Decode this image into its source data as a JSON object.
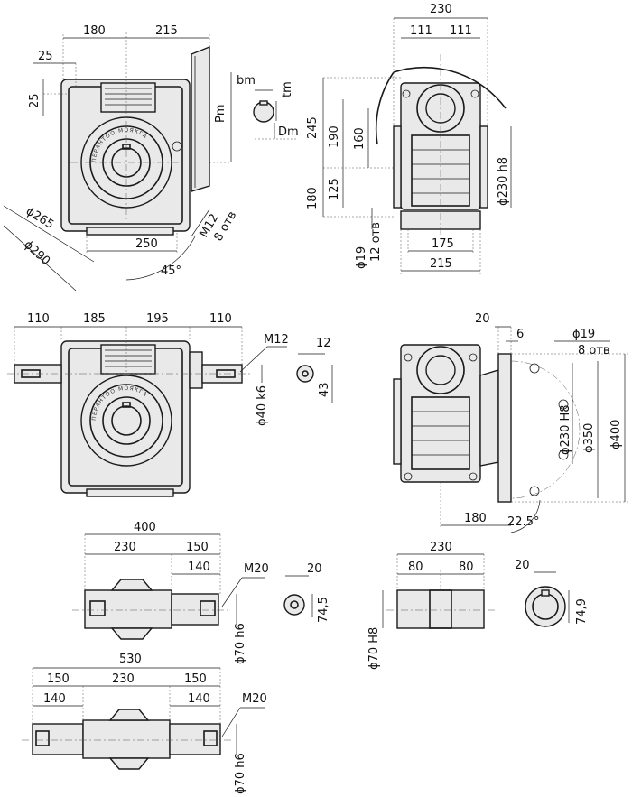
{
  "brand_text": "ПЕРАНТОО МОЯКГА",
  "view_front_top": {
    "dims": {
      "width_left": "180",
      "width_right": "215",
      "offset_x": "25",
      "offset_y": "25",
      "pm": "Pm",
      "dia_outer": "ϕ265",
      "dia_pcd": "ϕ290",
      "base": "250",
      "angle": "45°",
      "holes": "M12",
      "holes_count": "8 отв"
    }
  },
  "key_detail_top": {
    "bm": "bm",
    "tm": "tm",
    "dm": "Dm"
  },
  "view_side_top": {
    "dims": {
      "total_width": "230",
      "half_left": "111",
      "half_right": "111",
      "h245": "245",
      "h190": "190",
      "h160": "160",
      "h180": "180",
      "h125": "125",
      "dia_flange": "ϕ230 h8",
      "dia_holes": "ϕ19",
      "holes_count": "12 отв",
      "base_inner": "175",
      "base_outer": "215"
    }
  },
  "view_front_mid": {
    "dims": {
      "left_shaft": "110",
      "left_body": "185",
      "right_body": "195",
      "right_shaft": "110",
      "thread": "M12",
      "shaft_dia": "ϕ40 k6"
    }
  },
  "key_detail_mid": {
    "width": "12",
    "height": "43"
  },
  "view_flange_mid": {
    "dims": {
      "top_20": "20",
      "top_6": "6",
      "hole_dia": "ϕ19",
      "holes_count": "8 отв",
      "dia_230": "ϕ230 H8",
      "dia_350": "ϕ350",
      "dia_400": "ϕ400",
      "base": "180",
      "angle": "22.5°"
    }
  },
  "shaft_single": {
    "dims": {
      "total": "400",
      "body": "230",
      "shaft": "150",
      "shaft_inner": "140",
      "thread": "M20",
      "dia": "ϕ70 h6"
    }
  },
  "key_shaft_single": {
    "width": "20",
    "height": "74,5"
  },
  "hollow_shaft": {
    "dims": {
      "total": "230",
      "left": "80",
      "right": "80",
      "dia": "ϕ70 H8"
    }
  },
  "key_hollow": {
    "width": "20",
    "height": "74,9"
  },
  "shaft_double": {
    "dims": {
      "total": "530",
      "left": "150",
      "body": "230",
      "right": "150",
      "left_inner": "140",
      "right_inner": "140",
      "thread": "M20",
      "dia": "ϕ70 h6"
    }
  }
}
